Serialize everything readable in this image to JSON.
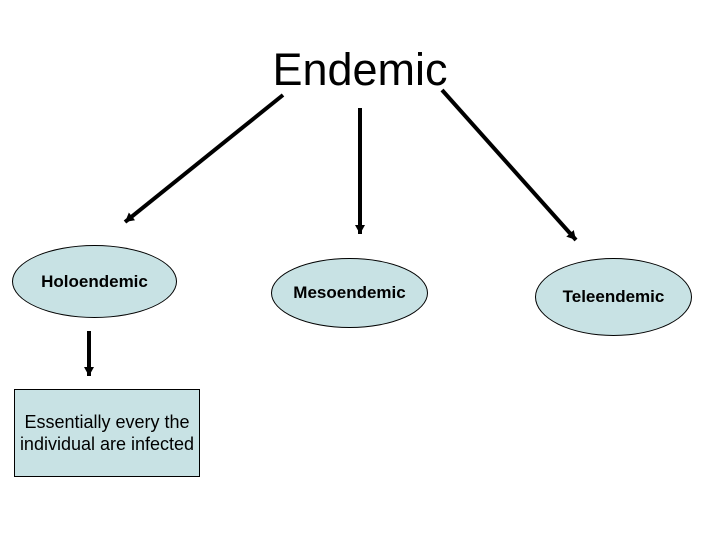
{
  "colors": {
    "background": "#ffffff",
    "shape-fill": "#c8e2e4",
    "shape-border": "#000000",
    "text": "#000000",
    "arrow": "#000000"
  },
  "diagram": {
    "title": "Endemic",
    "nodes": [
      {
        "id": "holoendemic",
        "label": "Holoendemic"
      },
      {
        "id": "mesoendemic",
        "label": "Mesoendemic"
      },
      {
        "id": "teleendemic",
        "label": "Teleendemic"
      }
    ],
    "note": {
      "text": "Essentially every the individual are infected",
      "lines": [
        "Essentially every the",
        "individual are infected"
      ]
    }
  }
}
